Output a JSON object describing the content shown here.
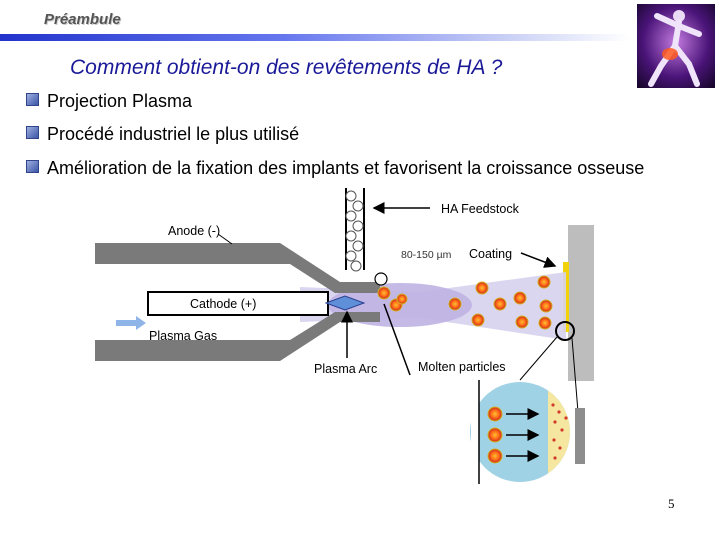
{
  "header": {
    "section": "Préambule"
  },
  "slide": {
    "title": "Comment obtient-on des revêtements de HA ?",
    "bullets": [
      "Projection Plasma",
      "Procédé industriel le plus utilisé",
      "Amélioration de la fixation des implants et favorisent la croissance osseuse"
    ]
  },
  "diagram": {
    "labels": {
      "feedstock": "HA Feedstock",
      "anode": "Anode (-)",
      "size_range": "80-150 µm",
      "coating": "Coating",
      "cathode": "Cathode (+)",
      "plasma_gas": "Plasma Gas",
      "plasma_arc": "Plasma Arc",
      "molten": "Molten particles"
    },
    "colors": {
      "torch": "#7a7a7a",
      "plume": "#cfc8ea",
      "substrate": "#bdbdbd",
      "coating_layer": "#f2d20a",
      "particle": "#d43a2a",
      "zoom_panel": "#9fd2e4"
    }
  },
  "icons": {
    "logo": "body-xray-icon"
  },
  "page": {
    "number": "5"
  }
}
